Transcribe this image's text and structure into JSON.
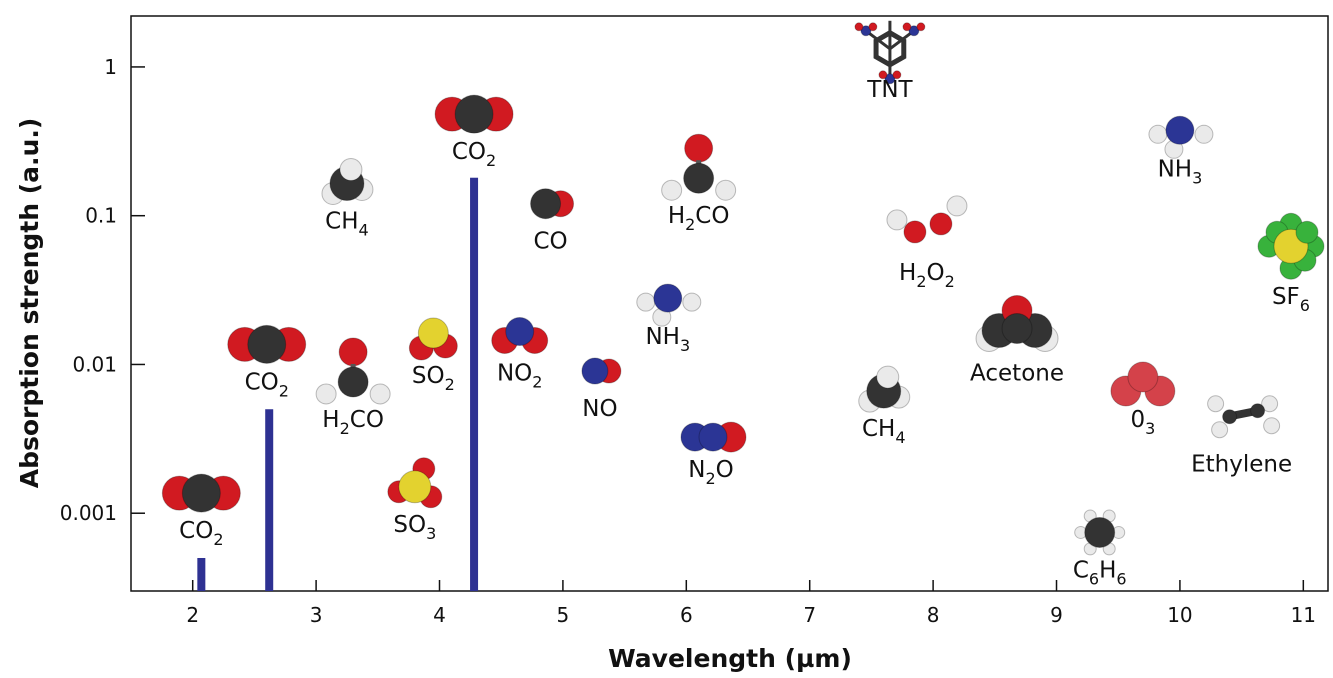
{
  "chart_data": {
    "type": "bar",
    "xlabel": "Wavelength (µm)",
    "ylabel": "Absorption strength (a.u.)",
    "y_scale": "log",
    "xlim": [
      1.5,
      11.2
    ],
    "ylim": [
      0.0003,
      2.2
    ],
    "x_ticks": [
      2,
      3,
      4,
      5,
      6,
      7,
      8,
      9,
      10,
      11
    ],
    "y_ticks": [
      0.001,
      0.01,
      0.1,
      1
    ],
    "y_tick_labels": [
      "0.001",
      "0.01",
      "0.1",
      "1"
    ],
    "bar_color": "#2e3192",
    "series": [
      {
        "points": [
          {
            "x": 2.07,
            "y": 0.0005
          },
          {
            "x": 2.62,
            "y": 0.005
          },
          {
            "x": 4.28,
            "y": 0.18
          }
        ]
      }
    ],
    "molecule_labels": [
      {
        "base": "CO",
        "sub": "2",
        "rest": "",
        "x": 2.07,
        "y": 0.00068,
        "mol": "co2"
      },
      {
        "base": "CO",
        "sub": "2",
        "rest": "",
        "x": 2.6,
        "y": 0.0068,
        "mol": "co2"
      },
      {
        "base": "CO",
        "sub": "2",
        "rest": "",
        "x": 4.28,
        "y": 0.24,
        "mol": "co2"
      },
      {
        "base": "CH",
        "sub": "4",
        "rest": "",
        "x": 3.25,
        "y": 0.082,
        "mol": "ch4"
      },
      {
        "base": "H",
        "sub": "2",
        "rest": "CO",
        "x": 3.3,
        "y": 0.0038,
        "mol": "h2co"
      },
      {
        "base": "SO",
        "sub": "2",
        "rest": "",
        "x": 3.95,
        "y": 0.0075,
        "mol": "so2"
      },
      {
        "base": "SO",
        "sub": "3",
        "rest": "",
        "x": 3.8,
        "y": 0.00075,
        "mol": "so3"
      },
      {
        "base": "CO",
        "sub": "",
        "rest": "",
        "x": 4.9,
        "y": 0.06,
        "mol": "co"
      },
      {
        "base": "NO",
        "sub": "2",
        "rest": "",
        "x": 4.65,
        "y": 0.0078,
        "mol": "no2"
      },
      {
        "base": "NO",
        "sub": "",
        "rest": "",
        "x": 5.3,
        "y": 0.0045,
        "mol": "no"
      },
      {
        "base": "NH",
        "sub": "3",
        "rest": "",
        "x": 5.85,
        "y": 0.0137,
        "mol": "nh3"
      },
      {
        "base": "H",
        "sub": "2",
        "rest": "CO",
        "x": 6.1,
        "y": 0.089,
        "mol": "h2co"
      },
      {
        "base": "N",
        "sub": "2",
        "rest": "O",
        "x": 6.2,
        "y": 0.00175,
        "mol": "n2o"
      },
      {
        "base": "TNT",
        "sub": "",
        "rest": "",
        "x": 7.65,
        "y": 0.63,
        "mol": "tnt"
      },
      {
        "base": "H",
        "sub": "2",
        "rest": "O",
        "sub2": "2",
        "x": 7.95,
        "y": 0.037,
        "mol": "h2o2"
      },
      {
        "base": "CH",
        "sub": "4",
        "rest": "",
        "x": 7.6,
        "y": 0.0033,
        "mol": "ch4"
      },
      {
        "base": "Acetone",
        "sub": "",
        "rest": "",
        "x": 8.68,
        "y": 0.0078,
        "mol": "acetone"
      },
      {
        "base": "0",
        "sub": "3",
        "rest": "",
        "x": 9.7,
        "y": 0.0038,
        "mol": "o3"
      },
      {
        "base": "C",
        "sub": "6",
        "rest": "H",
        "sub2": "6",
        "x": 9.35,
        "y": 0.00037,
        "mol": "c6h6"
      },
      {
        "base": "NH",
        "sub": "3",
        "rest": "",
        "x": 10.0,
        "y": 0.184,
        "mol": "nh3"
      },
      {
        "base": "SF",
        "sub": "6",
        "rest": "",
        "x": 10.9,
        "y": 0.0254,
        "mol": "sf6"
      },
      {
        "base": "Ethylene",
        "sub": "",
        "rest": "",
        "x": 10.5,
        "y": 0.0019,
        "mol": "ethylene"
      }
    ]
  }
}
